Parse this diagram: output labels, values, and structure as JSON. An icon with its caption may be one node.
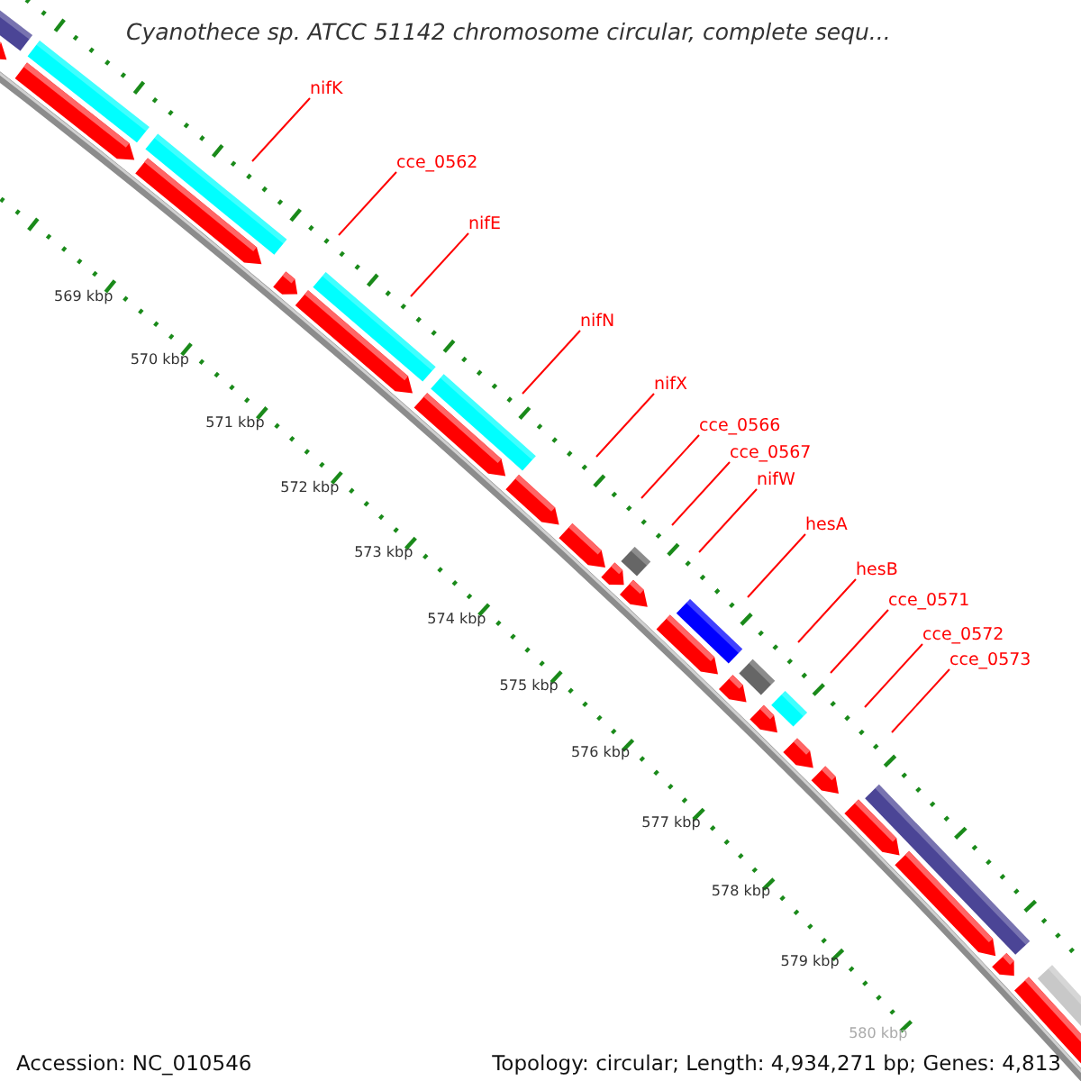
{
  "diagram": {
    "title": "Cyanothece sp. ATCC 51142 chromosome circular, complete sequ...",
    "nodes": [
      {
        "text": [
          "nifK"
        ]
      },
      {
        "text": [
          "cce_0562"
        ]
      },
      {
        "text": [
          "nifE"
        ]
      },
      {
        "text": [
          "nifN"
        ]
      },
      {
        "text": [
          "nifX"
        ]
      },
      {
        "text": [
          "cce_0566"
        ]
      },
      {
        "text": [
          "cce_0567"
        ]
      },
      {
        "text": [
          "nifW"
        ]
      },
      {
        "text": [
          "hesA"
        ]
      },
      {
        "text": [
          "hesB"
        ]
      },
      {
        "text": [
          "cce_0571"
        ]
      },
      {
        "text": [
          "cce_0572"
        ]
      },
      {
        "text": [
          "cce_0573"
        ]
      }
    ],
    "edges": [
      {
        "from": 0,
        "to": null,
        "arrow": "none"
      },
      {
        "from": 1,
        "to": null,
        "arrow": "none"
      },
      {
        "from": 2,
        "to": null,
        "arrow": "none"
      },
      {
        "from": 3,
        "to": null,
        "arrow": "none"
      },
      {
        "from": 4,
        "to": null,
        "arrow": "none"
      },
      {
        "from": 5,
        "to": null,
        "arrow": "none"
      },
      {
        "from": 6,
        "to": null,
        "arrow": "none"
      },
      {
        "from": 7,
        "to": null,
        "arrow": "none"
      },
      {
        "from": 8,
        "to": null,
        "arrow": "none"
      },
      {
        "from": 9,
        "to": null,
        "arrow": "none"
      },
      {
        "from": 10,
        "to": null,
        "arrow": "none"
      },
      {
        "from": 11,
        "to": null,
        "arrow": "none"
      },
      {
        "from": 12,
        "to": null,
        "arrow": "none"
      }
    ],
    "labels": [
      "569 kbp",
      "570 kbp",
      "571 kbp",
      "572 kbp",
      "573 kbp",
      "574 kbp",
      "575 kbp",
      "576 kbp",
      "577 kbp",
      "578 kbp",
      "579 kbp",
      "580 kbp",
      "Accession: NC_010546",
      "Topology: circular; Length: 4,934,271 bp; Genes: 4,813"
    ]
  }
}
